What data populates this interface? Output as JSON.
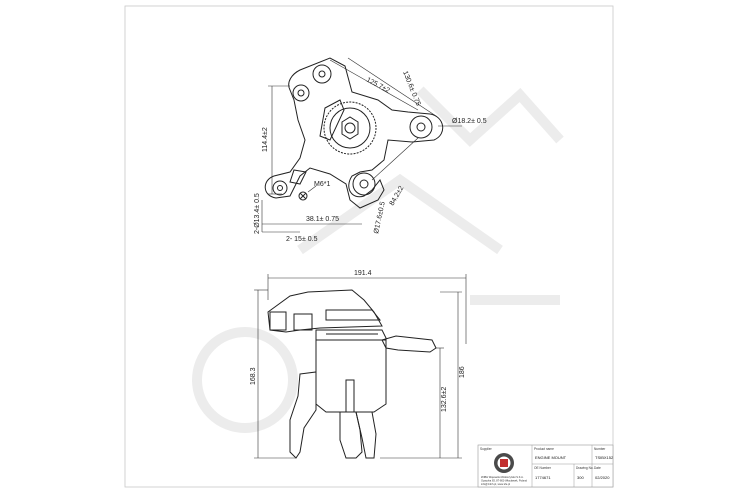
{
  "drawing": {
    "top_view": {
      "dims": {
        "d1": "125.7±2",
        "d2": "130.6± 0.75",
        "d3": "Ø18.2± 0.5",
        "d4": "114.4±2",
        "d5": "M6*1",
        "d6": "84.2±2",
        "d7": "Ø17.6±0.5",
        "d8": "2-Ø13.4± 0.5",
        "d9": "38.1± 0.75",
        "d10": "2- 15± 0.5"
      }
    },
    "side_view": {
      "dims": {
        "width": "191.4",
        "height_left": "168.3",
        "height_right": "186",
        "height_inner": "132.6±2"
      }
    }
  },
  "title_block": {
    "company_label": "Supplier",
    "company_name": "ZNBH Wąsowski Wołoszyński S.K.A.",
    "company_address": "Opaczka 83, 87-800 Włocławek, Poland",
    "company_web": "info@znbh.pl, www.sfe.pl",
    "product_name_label": "Product name",
    "product_name": "ENGINE MOUNT",
    "number_label": "Number",
    "number": "TSIBX152",
    "oe_label": "OE Number",
    "oe_number": "1774671",
    "drawing_no_label": "Drawing No.",
    "drawing_no": "300",
    "date_label": "Date",
    "date": "02/2020"
  }
}
